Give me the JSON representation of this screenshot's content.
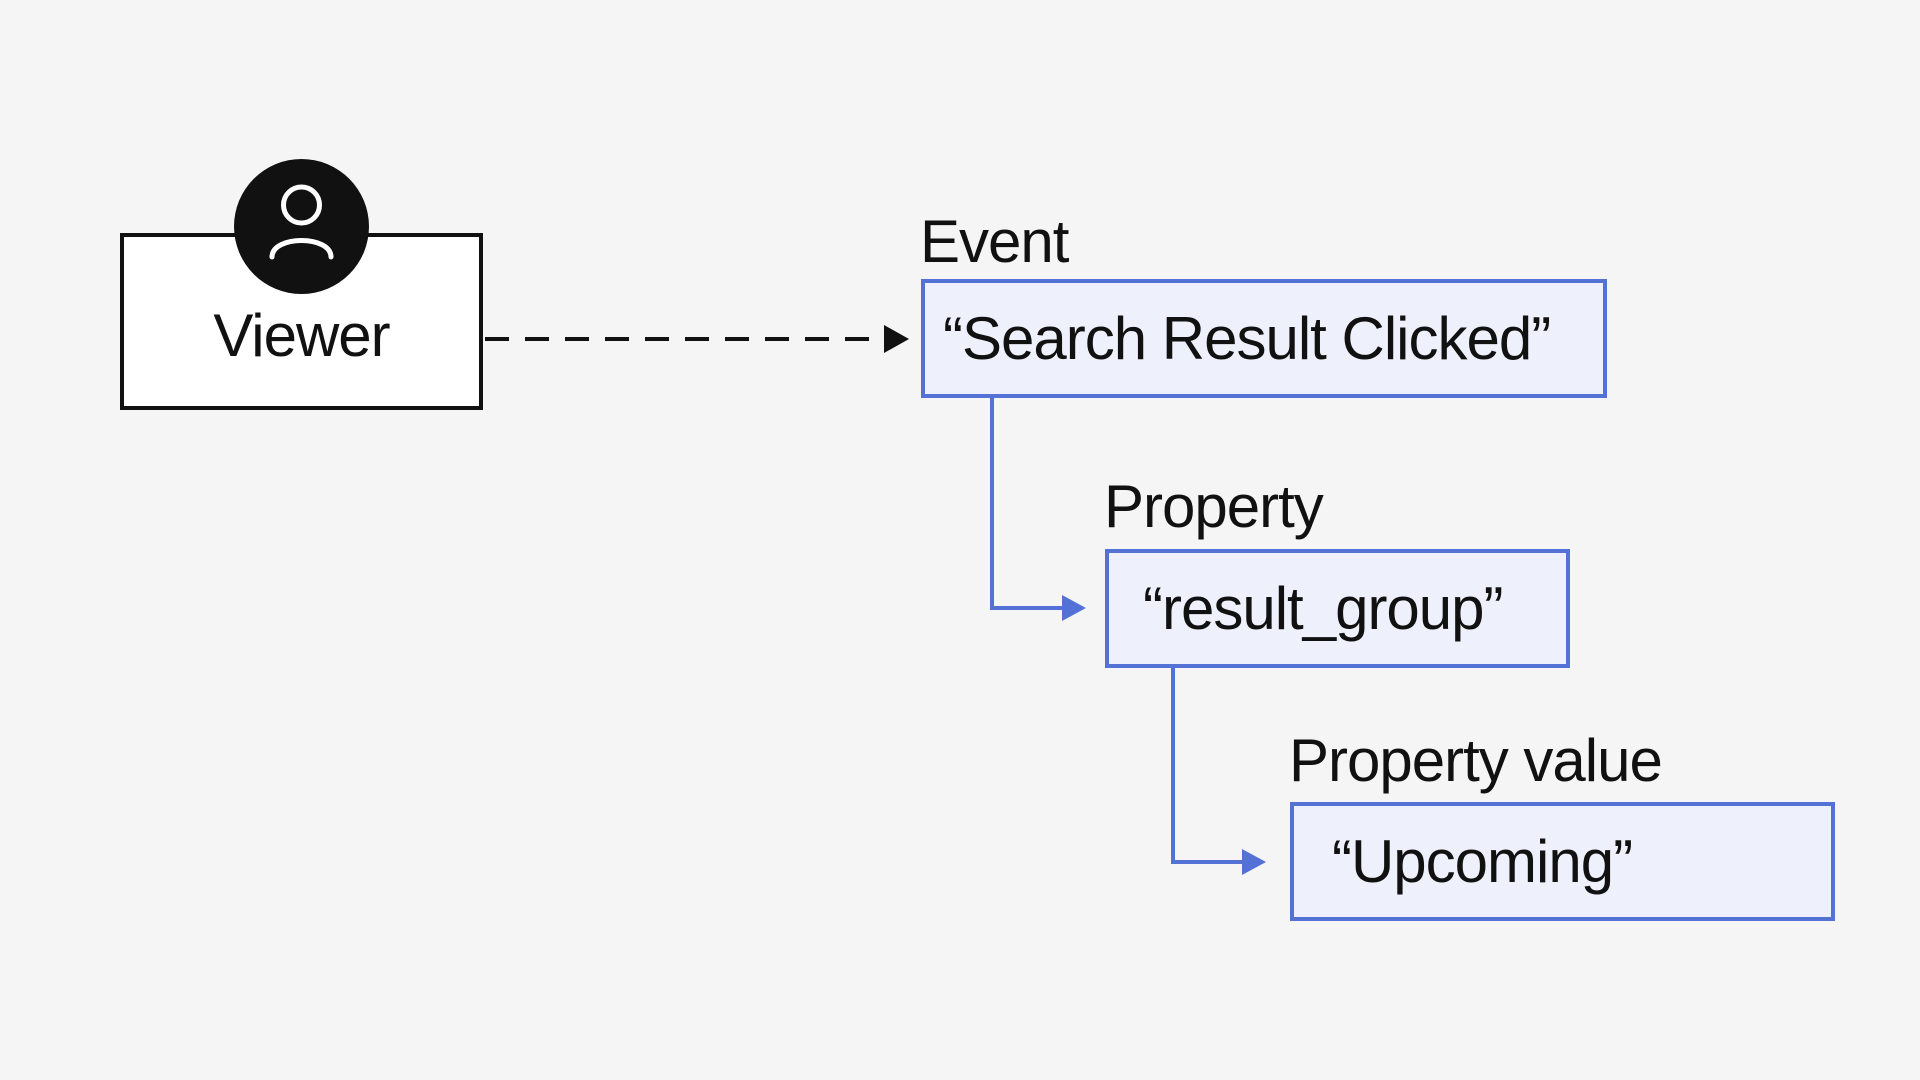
{
  "viewer": {
    "label": "Viewer",
    "icon": "user-icon"
  },
  "event": {
    "heading": "Event",
    "value": "“Search Result Clicked”"
  },
  "property": {
    "heading": "Property",
    "value": "“result_group”"
  },
  "property_value": {
    "heading": "Property value",
    "value": "“Upcoming”"
  },
  "colors": {
    "background": "#f5f5f5",
    "accent": "#5471d6",
    "box_fill": "#eef0fb",
    "ink": "#111111"
  }
}
